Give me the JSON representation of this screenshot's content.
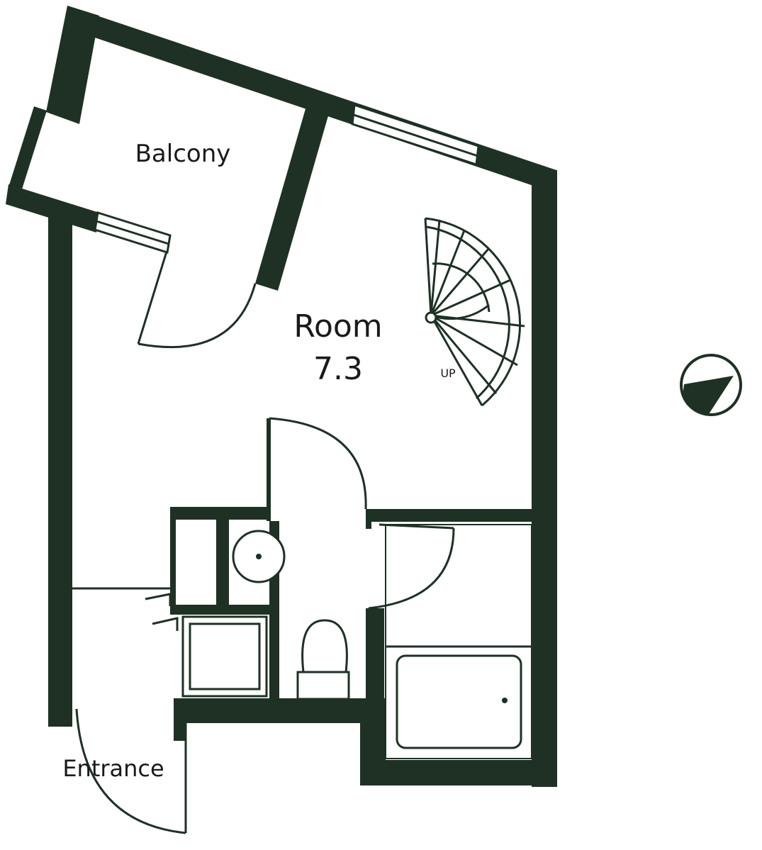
{
  "rooms": {
    "balcony": "Balcony",
    "room": "Room",
    "room_size": "7.3",
    "entrance": "Entrance"
  },
  "stairs": {
    "label": "UP"
  },
  "compass": {
    "icon": "north-arrow-icon"
  },
  "colors": {
    "wall": "#1e3124",
    "background": "#ffffff"
  }
}
